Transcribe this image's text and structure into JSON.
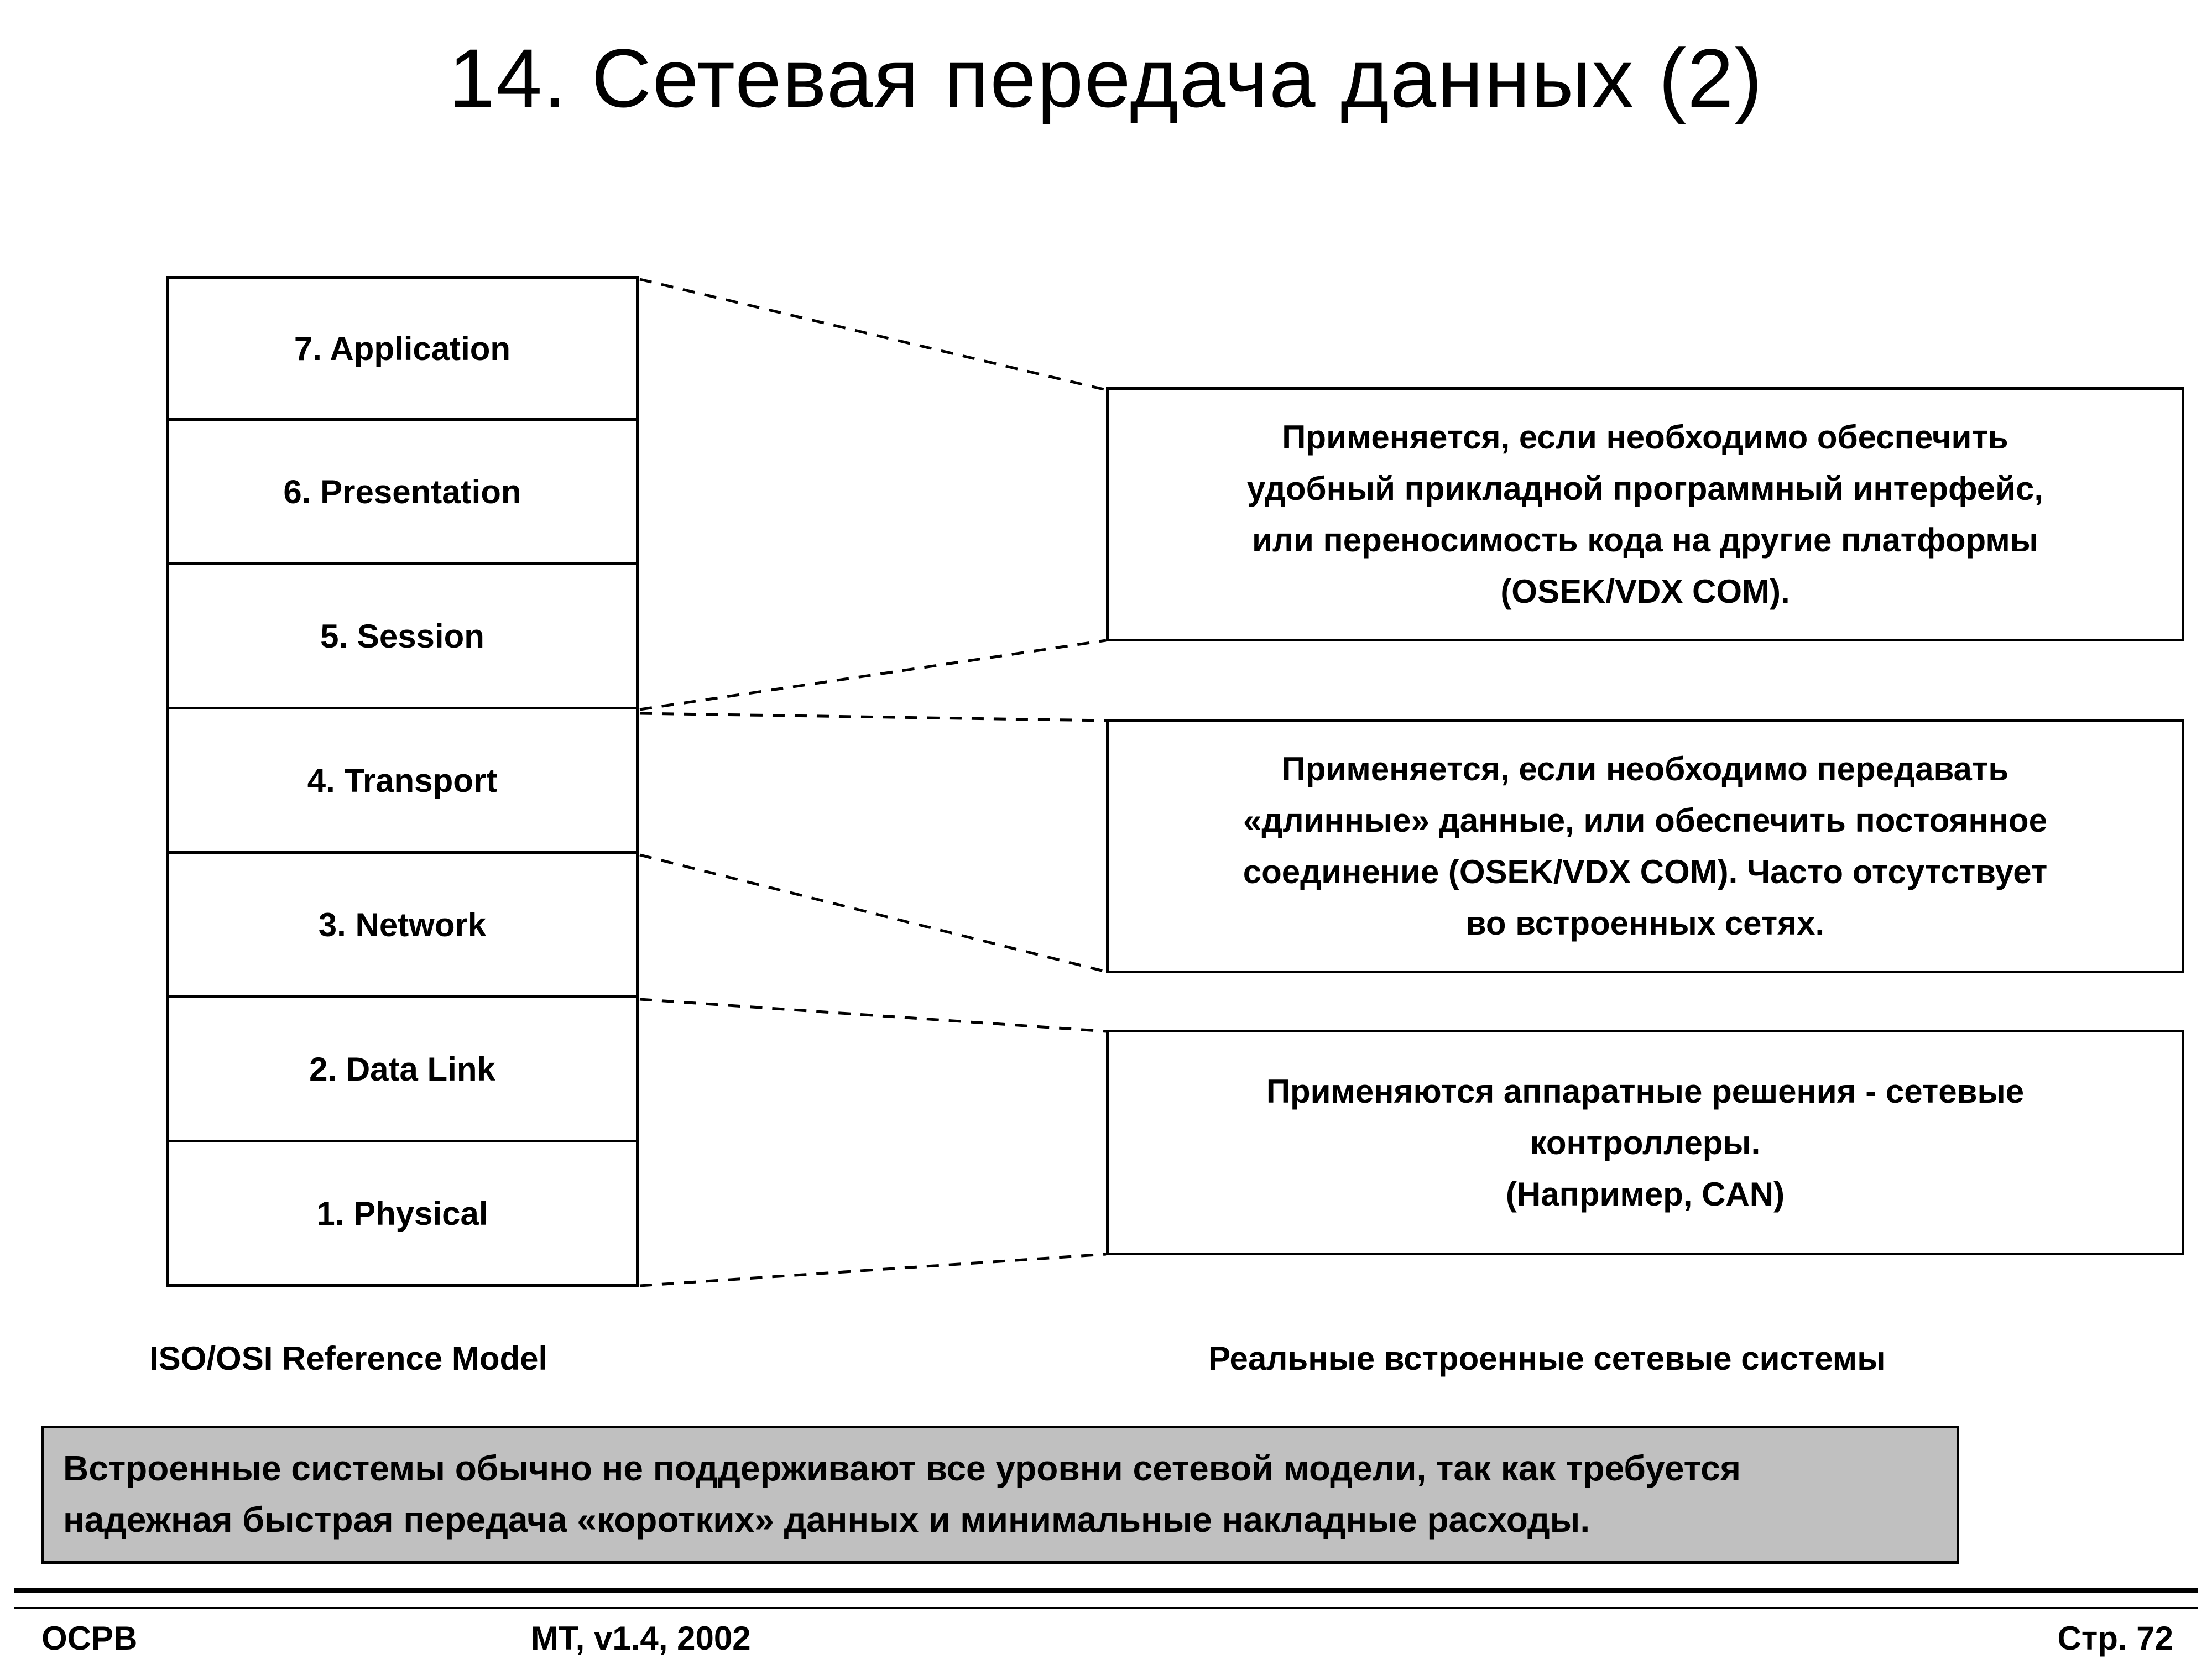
{
  "slide": {
    "title": "14. Сетевая передача данных (2)",
    "osi_stack": {
      "caption": "ISO/OSI Reference Model",
      "layers": [
        "7. Application",
        "6. Presentation",
        "5. Session",
        "4. Transport",
        "3. Network",
        "2. Data Link",
        "1. Physical"
      ]
    },
    "annotations": {
      "caption": "Реальные встроенные сетевые системы",
      "boxes": [
        "Применяется, если необходимо обеспечить\nудобный прикладной программный интерфейс,\nили переносимость кода на другие платформы\n(OSEK/VDX COM).",
        "Применяется, если необходимо передавать\n«длинные» данные, или обеспечить постоянное\nсоединение (OSEK/VDX COM). Часто отсутствует\nво встроенных сетях.",
        "Применяются аппаратные решения - сетевые\nконтроллеры.\n(Например, CAN)"
      ]
    },
    "note": "Встроенные системы обычно не поддерживают все уровни сетевой модели, так как требуется\nнадежная быстрая передача «коротких» данных и минимальные накладные расходы.",
    "colors": {
      "note_background": "#c0c0c0"
    },
    "footer": {
      "left": "ОСРВ",
      "center": "МТ, v1.4, 2002",
      "right": "Стр. 72"
    }
  }
}
